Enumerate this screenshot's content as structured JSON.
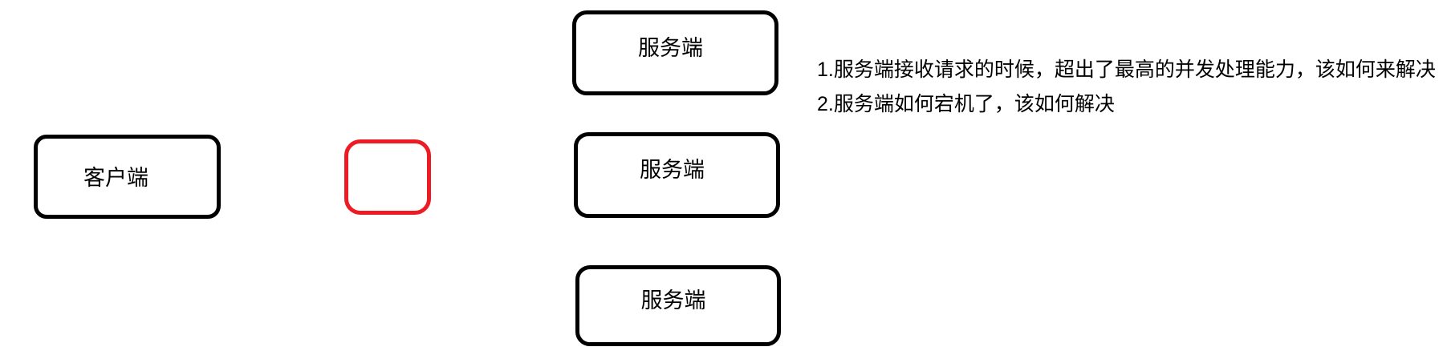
{
  "diagram": {
    "title_hint": "client to multiple servers load-balancing sketch",
    "colors": {
      "background": "#ffffff",
      "box_border": "#000000",
      "highlight_border": "#ed1c24",
      "text": "#000000"
    },
    "client_box": {
      "label": "客户端"
    },
    "relay_box": {
      "label": ""
    },
    "server_boxes": [
      {
        "label": "服务端"
      },
      {
        "label": "服务端"
      },
      {
        "label": "服务端"
      }
    ],
    "notes": {
      "line1": "1.服务端接收请求的时候，超出了最高的并发处理能力，该如何来解决",
      "line2": "2.服务端如何宕机了，该如何解决"
    }
  }
}
